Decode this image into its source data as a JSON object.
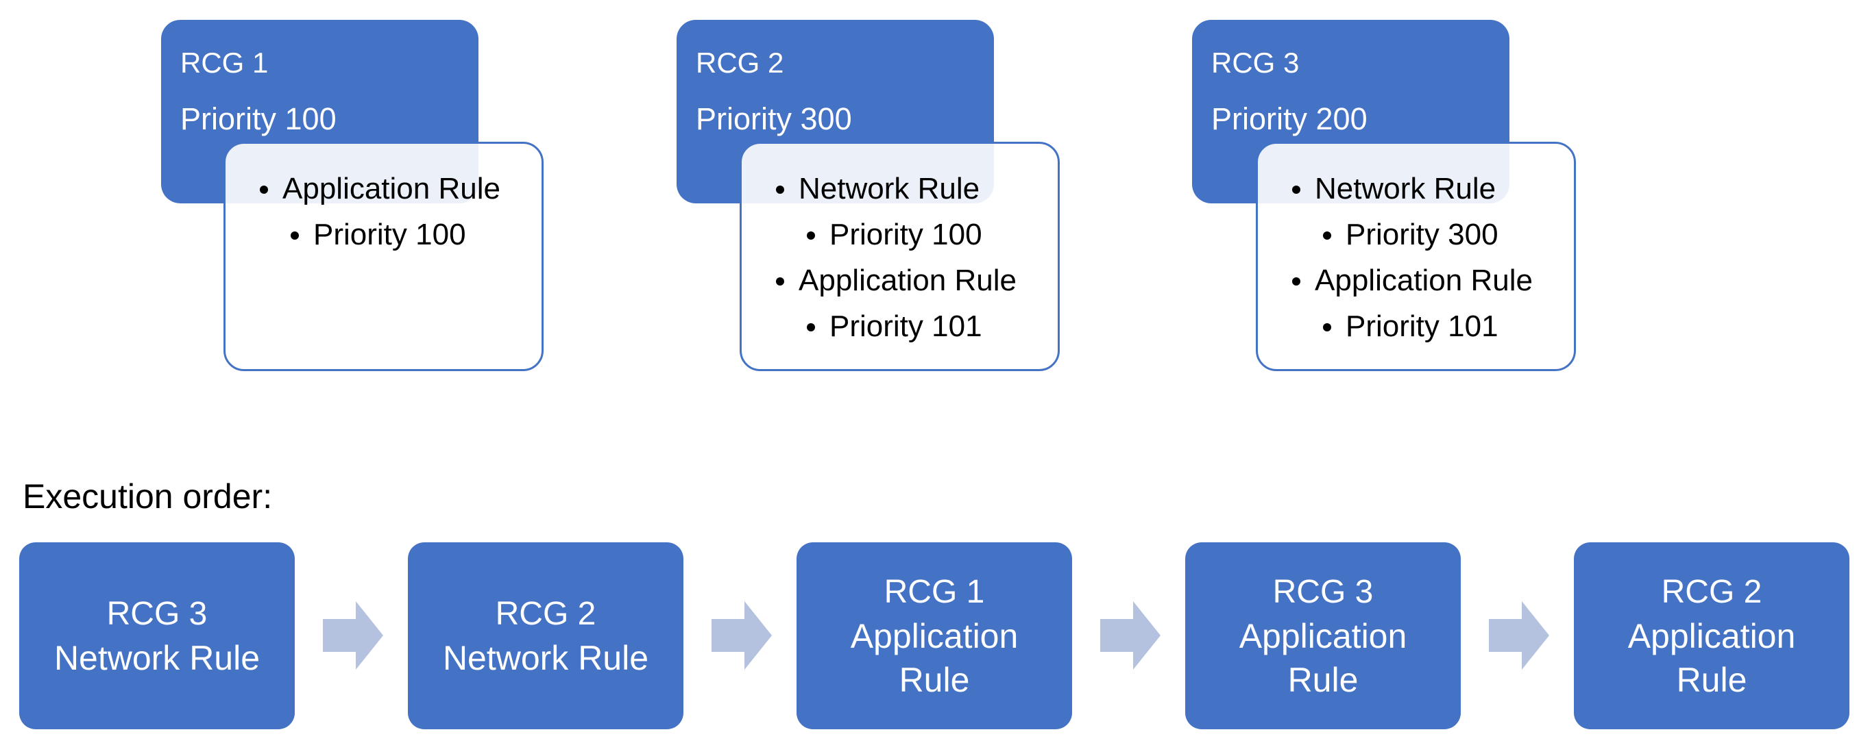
{
  "groups": [
    {
      "title": "RCG 1",
      "priority": "Priority 100",
      "rules": [
        {
          "label": "Application Rule",
          "priority": "Priority 100"
        }
      ]
    },
    {
      "title": "RCG 2",
      "priority": "Priority 300",
      "rules": [
        {
          "label": "Network Rule",
          "priority": "Priority 100"
        },
        {
          "label": "Application Rule",
          "priority": "Priority 101"
        }
      ]
    },
    {
      "title": "RCG 3",
      "priority": "Priority 200",
      "rules": [
        {
          "label": "Network Rule",
          "priority": "Priority 300"
        },
        {
          "label": "Application Rule",
          "priority": "Priority 101"
        }
      ]
    }
  ],
  "execution": {
    "label": "Execution order:",
    "steps": [
      {
        "group": "RCG 3",
        "rule": "Network Rule"
      },
      {
        "group": "RCG 2",
        "rule": "Network Rule"
      },
      {
        "group": "RCG 1",
        "rule": "Application Rule"
      },
      {
        "group": "RCG 3",
        "rule": "Application Rule"
      },
      {
        "group": "RCG 2",
        "rule": "Application Rule"
      }
    ]
  },
  "colors": {
    "box": "#4472c4",
    "arrow": "#b4c2df",
    "text_on_box": "#ffffff"
  }
}
